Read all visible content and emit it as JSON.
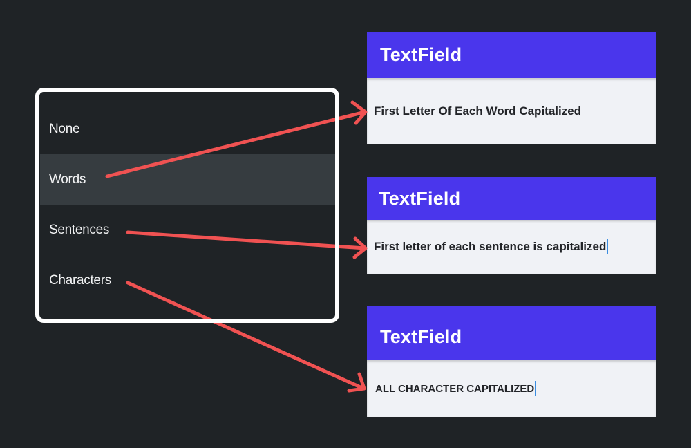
{
  "menu": {
    "items": [
      {
        "label": "None",
        "selected": false
      },
      {
        "label": "Words",
        "selected": true
      },
      {
        "label": "Sentences",
        "selected": false
      },
      {
        "label": "Characters",
        "selected": false
      }
    ]
  },
  "cards": [
    {
      "title": "TextField",
      "value": "First Letter Of Each Word Capitalized",
      "cursor": false,
      "maps_from": "Words"
    },
    {
      "title": "TextField",
      "value": "First letter of each sentence is capitalized",
      "cursor": true,
      "maps_from": "Sentences"
    },
    {
      "title": "TextField",
      "value": "ALL CHARACTER CAPITALIZED",
      "cursor": true,
      "maps_from": "Characters"
    }
  ],
  "colors": {
    "background": "#1f2326",
    "menu_border": "#ffffff",
    "menu_selected": "#363c40",
    "header": "#4a36ec",
    "field_background": "#f0f2f6",
    "arrow": "#f05252",
    "cursor": "#3b8de0"
  }
}
